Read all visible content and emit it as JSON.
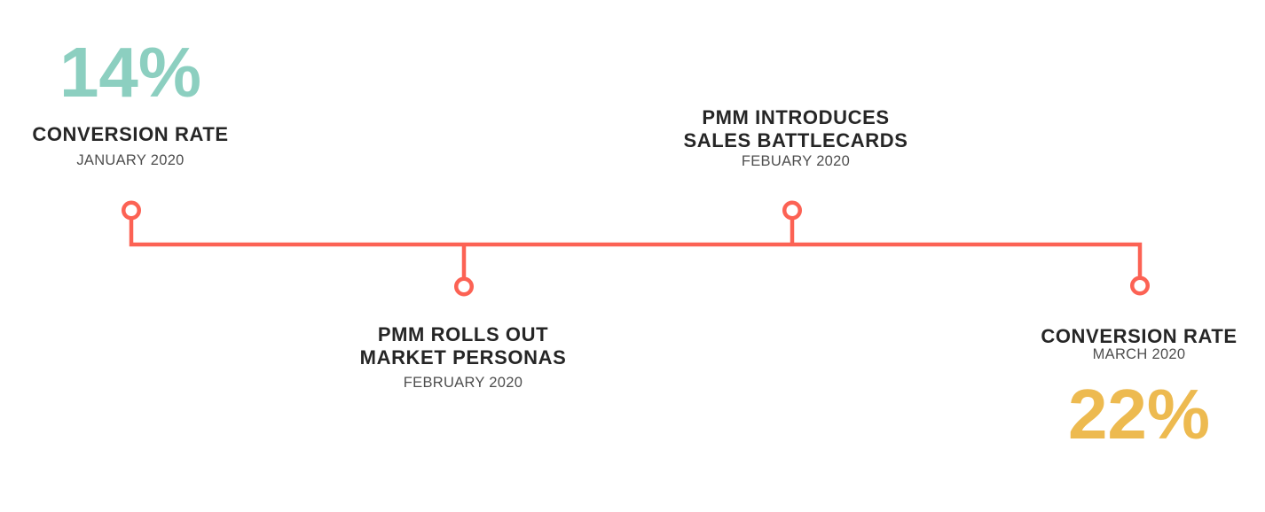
{
  "page": {
    "background": "#ffffff",
    "description": "Timeline infographic with four milestones and two conversion-rate metrics"
  },
  "colors": {
    "timeline_line": "#fc6254",
    "marker_fill": "#ffffff",
    "teal_metric": "#8ccfc0",
    "gold_metric": "#edba50",
    "heading_text": "#262626",
    "date_text": "#4e4e4e"
  },
  "timeline": {
    "events": [
      {
        "id": "january-2020",
        "side": "above",
        "metric_value": "14%",
        "title": "CONVERSION RATE",
        "date": "JANUARY 2020"
      },
      {
        "id": "february-2020-personas",
        "side": "below",
        "title_line1": "PMM ROLLS OUT",
        "title_line2": "MARKET PERSONAS",
        "date": "FEBRUARY 2020"
      },
      {
        "id": "february-2020-battlecards",
        "side": "above",
        "title_line1": "PMM INTRODUCES",
        "title_line2": "SALES BATTLECARDS",
        "date": "FEBUARY 2020"
      },
      {
        "id": "march-2020",
        "side": "below",
        "metric_value": "22%",
        "title": "CONVERSION RATE",
        "date": "MARCH 2020"
      }
    ]
  }
}
